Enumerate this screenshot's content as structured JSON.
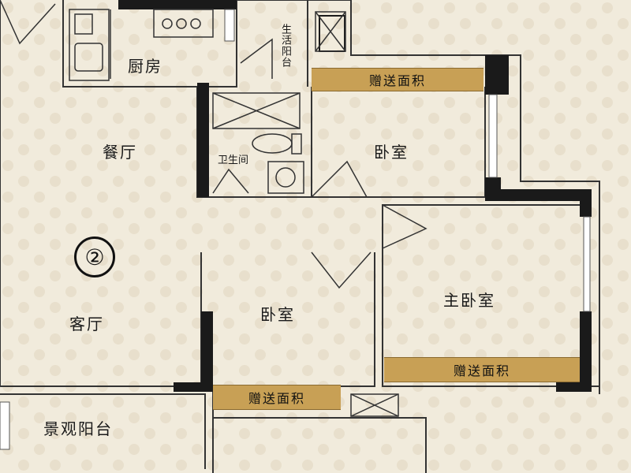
{
  "rooms": {
    "kitchen": "厨房",
    "dining": "餐厅",
    "living": "客厅",
    "bath": "卫生间",
    "bedroom_a": "卧室",
    "bedroom_b": "卧室",
    "master": "主卧室",
    "balcony_life": "生活阳台",
    "balcony_view": "景观阳台"
  },
  "bonus_area": {
    "label_1": "赠送面积",
    "label_2": "赠送面积",
    "label_3": "赠送面积"
  },
  "unit_number": "②",
  "colors": {
    "wall": "#1a1a1a",
    "bonus": "#c8a055",
    "floor": "#f1ebdc"
  }
}
